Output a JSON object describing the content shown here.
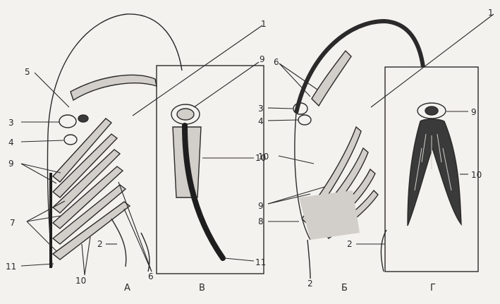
{
  "labels": {
    "n1": "1",
    "n2": "2",
    "n3": "3",
    "n4": "4",
    "n5": "5",
    "n6": "6",
    "n7": "7",
    "n8": "8",
    "n9": "9",
    "n10": "10",
    "n11": "11"
  },
  "panels": {
    "a": "A",
    "b": "B",
    "c": "Б",
    "d": "Г"
  },
  "colors": {
    "ink": "#2a2a2a",
    "paper": "#f4f2ee",
    "fill": "#d2cfca",
    "dark": "#3a3a3a"
  }
}
